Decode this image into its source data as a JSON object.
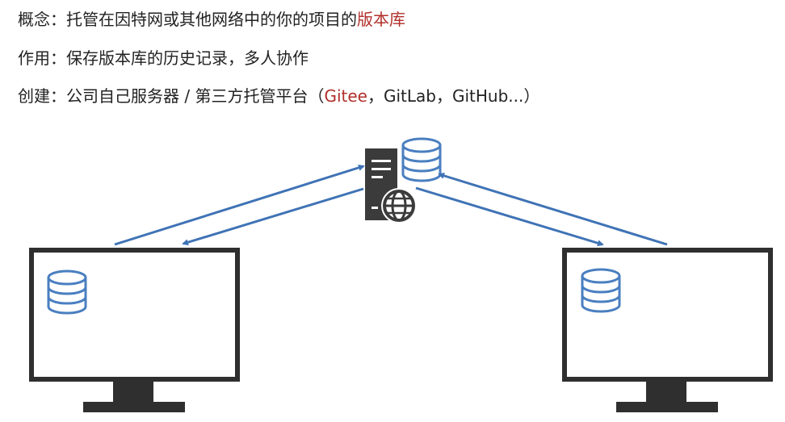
{
  "concept": {
    "label": "概念：",
    "text": "托管在因特网或其他网络中的你的项目的",
    "highlight": "版本库"
  },
  "usage": {
    "label": "作用：",
    "text": "保存版本库的历史记录，多人协作"
  },
  "creation": {
    "label": "创建：",
    "text": "公司自己服务器 / 第三方托管平台（",
    "highlight": "Gitee",
    "rest": "，GitLab，GitHub...）"
  },
  "colors": {
    "text": "#222222",
    "highlight": "#b0302b",
    "arrow": "#3f73b5",
    "database": "#4a7fc0",
    "server": "#3b3b3b",
    "monitor": "#2f2f2f"
  },
  "icons": [
    "server-icon",
    "globe-icon",
    "database-icon",
    "monitor-icon",
    "arrow"
  ]
}
